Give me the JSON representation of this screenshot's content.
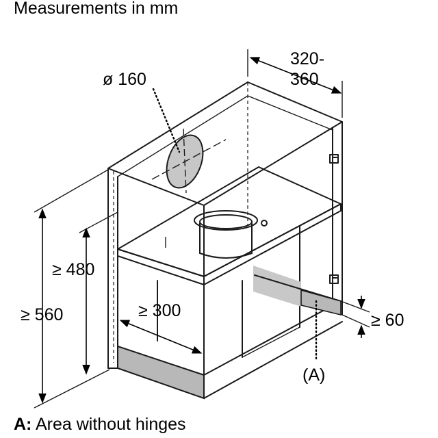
{
  "header": {
    "title": "Measurements in mm"
  },
  "dimensions": {
    "diameter": "ø 160",
    "depth_line1": "320-",
    "depth_line2": "360",
    "height_inner": "≥ 480",
    "height_total": "≥ 560",
    "width_min": "≥ 300",
    "base_height": "≥ 60",
    "area_marker": "(A)"
  },
  "footnote": {
    "key": "A:",
    "text": " Area without hinges"
  },
  "colors": {
    "line": "#1a1a1a",
    "fill_gray": "#b8b8b8",
    "fill_light": "#d6d6d6",
    "duct_gray": "#c7c7c7"
  }
}
